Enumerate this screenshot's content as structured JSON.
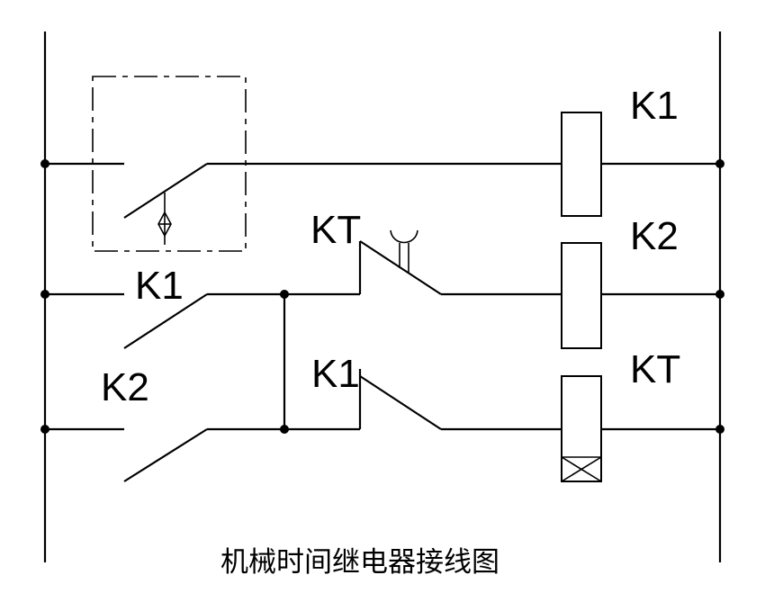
{
  "caption": "机械时间继电器接线图",
  "labels": {
    "coil_k1": "K1",
    "coil_k2": "K2",
    "coil_kt": "KT",
    "contact_k1_row2": "K1",
    "contact_k2_row3": "K2",
    "contact_kt_row2": "KT",
    "contact_k1_row3": "K1"
  }
}
